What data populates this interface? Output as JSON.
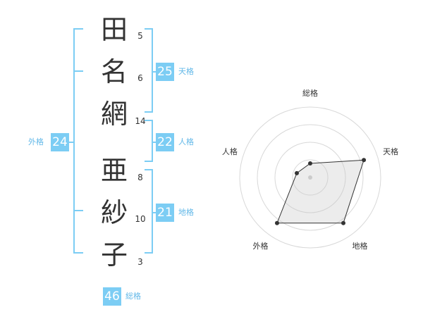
{
  "name_chars": [
    {
      "char": "田",
      "strokes": "5"
    },
    {
      "char": "名",
      "strokes": "6"
    },
    {
      "char": "網",
      "strokes": "14"
    },
    {
      "char": "亜",
      "strokes": "8"
    },
    {
      "char": "紗",
      "strokes": "10"
    },
    {
      "char": "子",
      "strokes": "3"
    }
  ],
  "kaku": {
    "tenkaku": {
      "value": "25",
      "label": "天格"
    },
    "jinkaku": {
      "value": "22",
      "label": "人格"
    },
    "chikaku": {
      "value": "21",
      "label": "地格"
    },
    "gaikaku": {
      "value": "24",
      "label": "外格"
    },
    "soukaku": {
      "value": "46",
      "label": "総格"
    }
  },
  "colors": {
    "accent": "#7ccdf4",
    "text": "#333333"
  },
  "chart_data": {
    "type": "radar",
    "axes": [
      "総格",
      "天格",
      "地格",
      "外格",
      "人格"
    ],
    "values": [
      1,
      4,
      4,
      4,
      1
    ],
    "max": 5,
    "rings": 4
  }
}
